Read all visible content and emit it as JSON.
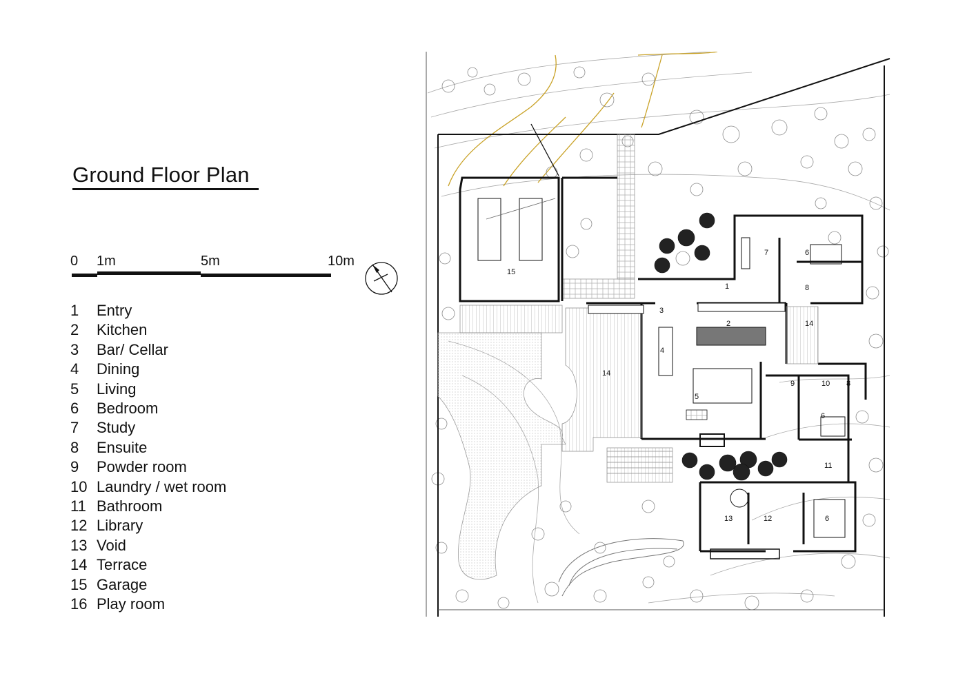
{
  "title": "Ground Floor Plan",
  "scale": {
    "labels": [
      "0",
      "1m",
      "5m",
      "10m"
    ]
  },
  "legend": [
    {
      "num": "1",
      "label": "Entry"
    },
    {
      "num": "2",
      "label": "Kitchen"
    },
    {
      "num": "3",
      "label": "Bar/ Cellar"
    },
    {
      "num": "4",
      "label": "Dining"
    },
    {
      "num": "5",
      "label": "Living"
    },
    {
      "num": "6",
      "label": "Bedroom"
    },
    {
      "num": "7",
      "label": "Study"
    },
    {
      "num": "8",
      "label": "Ensuite"
    },
    {
      "num": "9",
      "label": "Powder room"
    },
    {
      "num": "10",
      "label": "Laundry / wet room"
    },
    {
      "num": "11",
      "label": "Bathroom"
    },
    {
      "num": "12",
      "label": "Library"
    },
    {
      "num": "13",
      "label": "Void"
    },
    {
      "num": "14",
      "label": "Terrace"
    },
    {
      "num": "15",
      "label": "Garage"
    },
    {
      "num": "16",
      "label": "Play room"
    }
  ],
  "plan_labels": {
    "garage": "15",
    "entry": "1",
    "study": "7",
    "bedroom_north": "6",
    "ensuite_north": "8",
    "bar": "3",
    "kitchen": "2",
    "terrace_east": "14",
    "dining": "4",
    "living": "5",
    "terrace_west": "14",
    "powder": "9",
    "laundry": "10",
    "ensuite_east": "8",
    "bedroom_mid": "6",
    "bathroom": "11",
    "void": "13",
    "library": "12",
    "bedroom_south": "6"
  },
  "colors": {
    "ink": "#111111",
    "vegetation": "#9a9a9a",
    "hatch": "#c8c8c8",
    "contour_gold": "#c9a227"
  }
}
